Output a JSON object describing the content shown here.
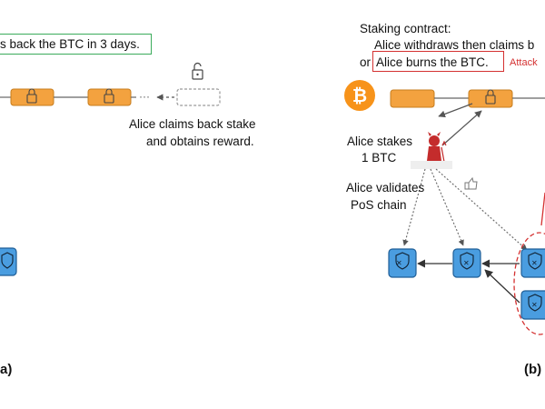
{
  "panel_a": {
    "note": "s back the BTC in 3 days.",
    "claim_text_line1": "Alice claims back stake",
    "claim_text_line2": "and obtains reward.",
    "ellipsis": "···",
    "label": "a)"
  },
  "panel_b": {
    "contract_line1": "Staking contract:",
    "contract_line2": "Alice withdraws then claims b",
    "contract_line3_prefix": "or",
    "contract_line3_boxed": "Alice burns the BTC.",
    "attack_label": "Attack",
    "stake_line1": "Alice stakes",
    "stake_line2": "1 BTC",
    "validate_line1": "Alice validates",
    "validate_line2": "PoS chain",
    "label": "(b)"
  },
  "colors": {
    "block_orange": "#f3a23f",
    "block_orange_border": "#c77d1e",
    "shield_blue": "#4a9de0",
    "shield_border": "#1f5e97",
    "green_box": "#3bab5b",
    "red": "#d43131",
    "bitcoin": "#f7931a",
    "devil": "#c42c2c"
  }
}
